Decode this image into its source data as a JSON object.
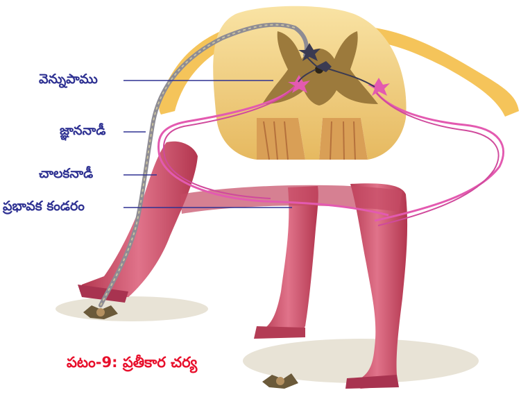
{
  "labels": {
    "spinal_cord": "వెన్నుపాము",
    "sensory_nerve": "జ్ఞాననాడీ",
    "motor_nerve": "చాలకనాడీ",
    "effector_tendon": "ప్రభావక కండరం"
  },
  "caption": "పటం-9: ప్రతీకార చర్య",
  "colors": {
    "label_text": "#2e3192",
    "caption_text": "#e8102c",
    "skin": "#c8455e",
    "spinal_outer": "#f7d98b",
    "grey_matter": "#9c7a3c",
    "nerve_pink": "#e35ab0",
    "neuron_dark": "#3a3a52"
  }
}
